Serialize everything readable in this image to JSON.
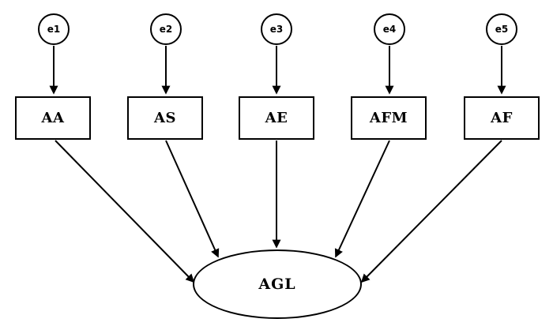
{
  "diagram": {
    "type": "path-diagram",
    "latent_variable": {
      "id": "AGL",
      "label": "AGL",
      "shape": "ellipse"
    },
    "error_terms": [
      {
        "id": "e1",
        "label": "e1",
        "shape": "circle"
      },
      {
        "id": "e2",
        "label": "e2",
        "shape": "circle"
      },
      {
        "id": "e3",
        "label": "e3",
        "shape": "circle"
      },
      {
        "id": "e4",
        "label": "e4",
        "shape": "circle"
      },
      {
        "id": "e5",
        "label": "e5",
        "shape": "circle"
      }
    ],
    "observed_variables": [
      {
        "id": "AA",
        "label": "AA",
        "shape": "rectangle"
      },
      {
        "id": "AS",
        "label": "AS",
        "shape": "rectangle"
      },
      {
        "id": "AE",
        "label": "AE",
        "shape": "rectangle"
      },
      {
        "id": "AFM",
        "label": "AFM",
        "shape": "rectangle"
      },
      {
        "id": "AF",
        "label": "AF",
        "shape": "rectangle"
      }
    ],
    "edges": [
      {
        "from": "e1",
        "to": "AA",
        "style": "arrow"
      },
      {
        "from": "e2",
        "to": "AS",
        "style": "arrow"
      },
      {
        "from": "e3",
        "to": "AE",
        "style": "arrow"
      },
      {
        "from": "e4",
        "to": "AFM",
        "style": "arrow"
      },
      {
        "from": "e5",
        "to": "AF",
        "style": "arrow"
      },
      {
        "from": "AA",
        "to": "AGL",
        "style": "arrow"
      },
      {
        "from": "AS",
        "to": "AGL",
        "style": "arrow"
      },
      {
        "from": "AE",
        "to": "AGL",
        "style": "arrow"
      },
      {
        "from": "AFM",
        "to": "AGL",
        "style": "arrow"
      },
      {
        "from": "AF",
        "to": "AGL",
        "style": "arrow"
      }
    ],
    "colors": {
      "stroke": "#000000",
      "background": "#ffffff",
      "text": "#000000"
    }
  }
}
